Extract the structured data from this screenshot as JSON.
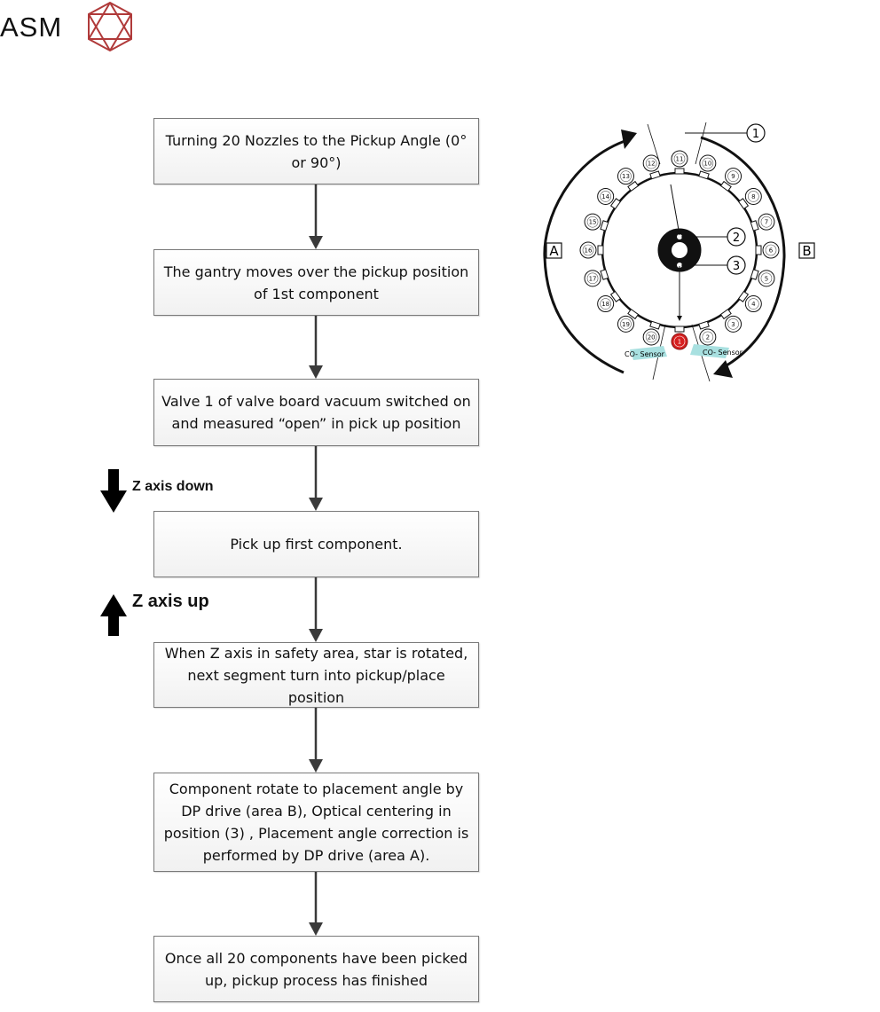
{
  "logo": {
    "text": "ASM"
  },
  "flow": {
    "steps": [
      "Turning 20 Nozzles to the Pickup Angle (0° or 90°)",
      "The gantry moves over the pickup position of 1st component",
      "Valve 1 of valve board vacuum switched on and measured “open”  in pick up position",
      "Pick up first component.",
      "When Z axis in safety area, star is rotated, next segment turn into pickup/place position",
      "Component rotate to placement angle by DP drive (area B), Optical centering in position (3) , Placement angle correction is performed by DP drive (area A).",
      "Once all 20 components have been picked up, pickup process has finished"
    ],
    "z_down": "Z axis down",
    "z_up": "Z axis up"
  },
  "diagram": {
    "label_a": "A",
    "label_b": "B",
    "callouts": [
      "1",
      "2",
      "3"
    ],
    "nozzles": [
      "1",
      "2",
      "3",
      "4",
      "5",
      "6",
      "7",
      "8",
      "9",
      "10",
      "11",
      "12",
      "13",
      "14",
      "15",
      "16",
      "17",
      "18",
      "19",
      "20"
    ],
    "sensor_left": "CO- Sensor",
    "sensor_right": "CO- Sensor",
    "colors": {
      "arrow": "#111111",
      "nozzle_active": "#d62020",
      "sensor": "#a8e0e0"
    }
  }
}
